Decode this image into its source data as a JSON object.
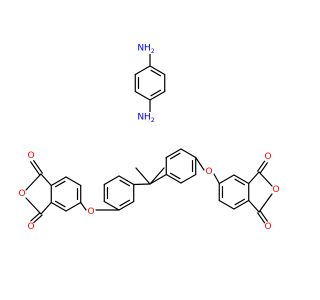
{
  "colors": {
    "bond": "#000000",
    "nitrogen": "#0000ff",
    "oxygen": "#ff0000",
    "background": "#ffffff"
  },
  "molecules": [
    {
      "id": "p-phenylenediamine",
      "labels": [
        {
          "id": "nh2-top",
          "element": "N",
          "text": "NH",
          "sub": "2"
        },
        {
          "id": "nh2-bottom",
          "element": "N",
          "text": "NH",
          "sub": "2"
        }
      ]
    },
    {
      "id": "bisphenol-a-dianhydride",
      "labels": [
        {
          "id": "o-left-carbonyl-top",
          "element": "O",
          "text": "O"
        },
        {
          "id": "o-left-ring",
          "element": "O",
          "text": "O"
        },
        {
          "id": "o-left-carbonyl-bottom",
          "element": "O",
          "text": "O"
        },
        {
          "id": "o-left-ether",
          "element": "O",
          "text": "O"
        },
        {
          "id": "o-right-ether",
          "element": "O",
          "text": "O"
        },
        {
          "id": "o-right-carbonyl-top",
          "element": "O",
          "text": "O"
        },
        {
          "id": "o-right-ring",
          "element": "O",
          "text": "O"
        },
        {
          "id": "o-right-carbonyl-bottom",
          "element": "O",
          "text": "O"
        }
      ]
    }
  ]
}
